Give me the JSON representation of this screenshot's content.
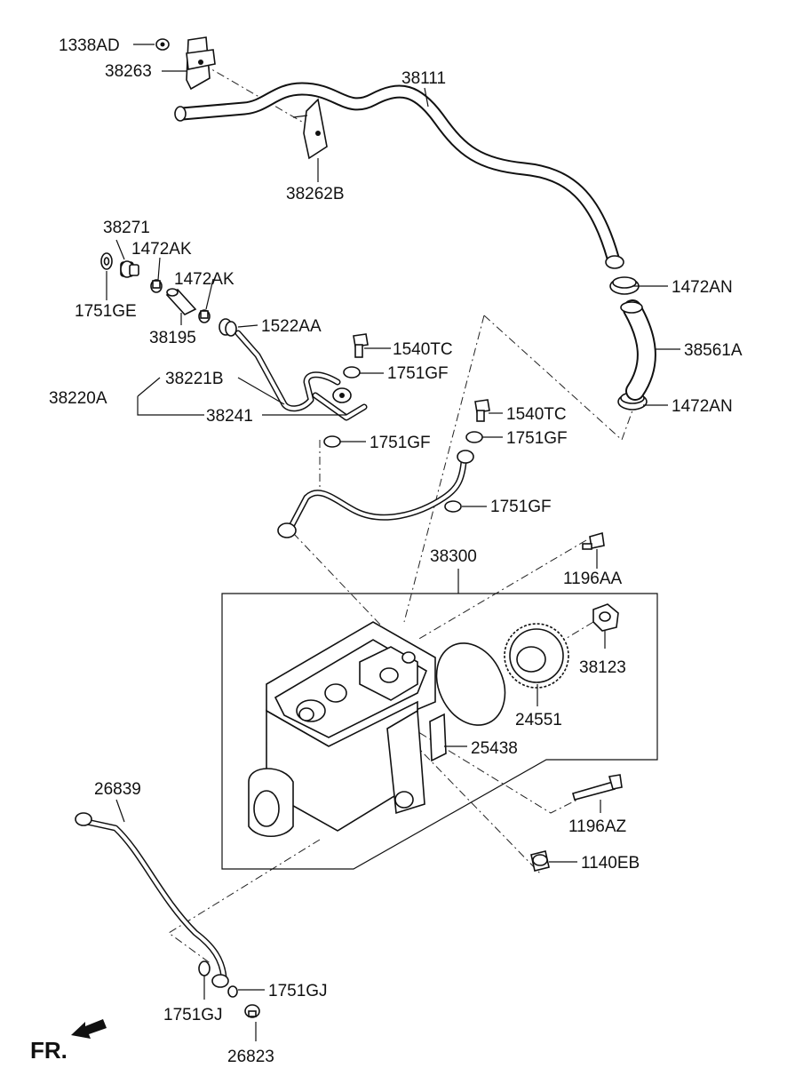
{
  "labels": {
    "p1338AD": "1338AD",
    "p38263": "38263",
    "p38111": "38111",
    "p38262B": "38262B",
    "p38271": "38271",
    "p1472AK_a": "1472AK",
    "p1472AK_b": "1472AK",
    "p1751GE": "1751GE",
    "p38195": "38195",
    "p1522AA": "1522AA",
    "p1472AN_a": "1472AN",
    "p38561A": "38561A",
    "p1472AN_b": "1472AN",
    "p1540TC_a": "1540TC",
    "p1751GF_a": "1751GF",
    "p38221B": "38221B",
    "p38220A": "38220A",
    "p38241": "38241",
    "p1540TC_b": "1540TC",
    "p1751GF_b": "1751GF",
    "p1751GF_c": "1751GF",
    "p1751GF_d": "1751GF",
    "p38300": "38300",
    "p1196AA": "1196AA",
    "p38123": "38123",
    "p24551": "24551",
    "p25438": "25438",
    "p26839": "26839",
    "p1196AZ": "1196AZ",
    "p1140EB": "1140EB",
    "p1751GJ_a": "1751GJ",
    "p1751GJ_b": "1751GJ",
    "p26823": "26823",
    "fr": "FR."
  }
}
